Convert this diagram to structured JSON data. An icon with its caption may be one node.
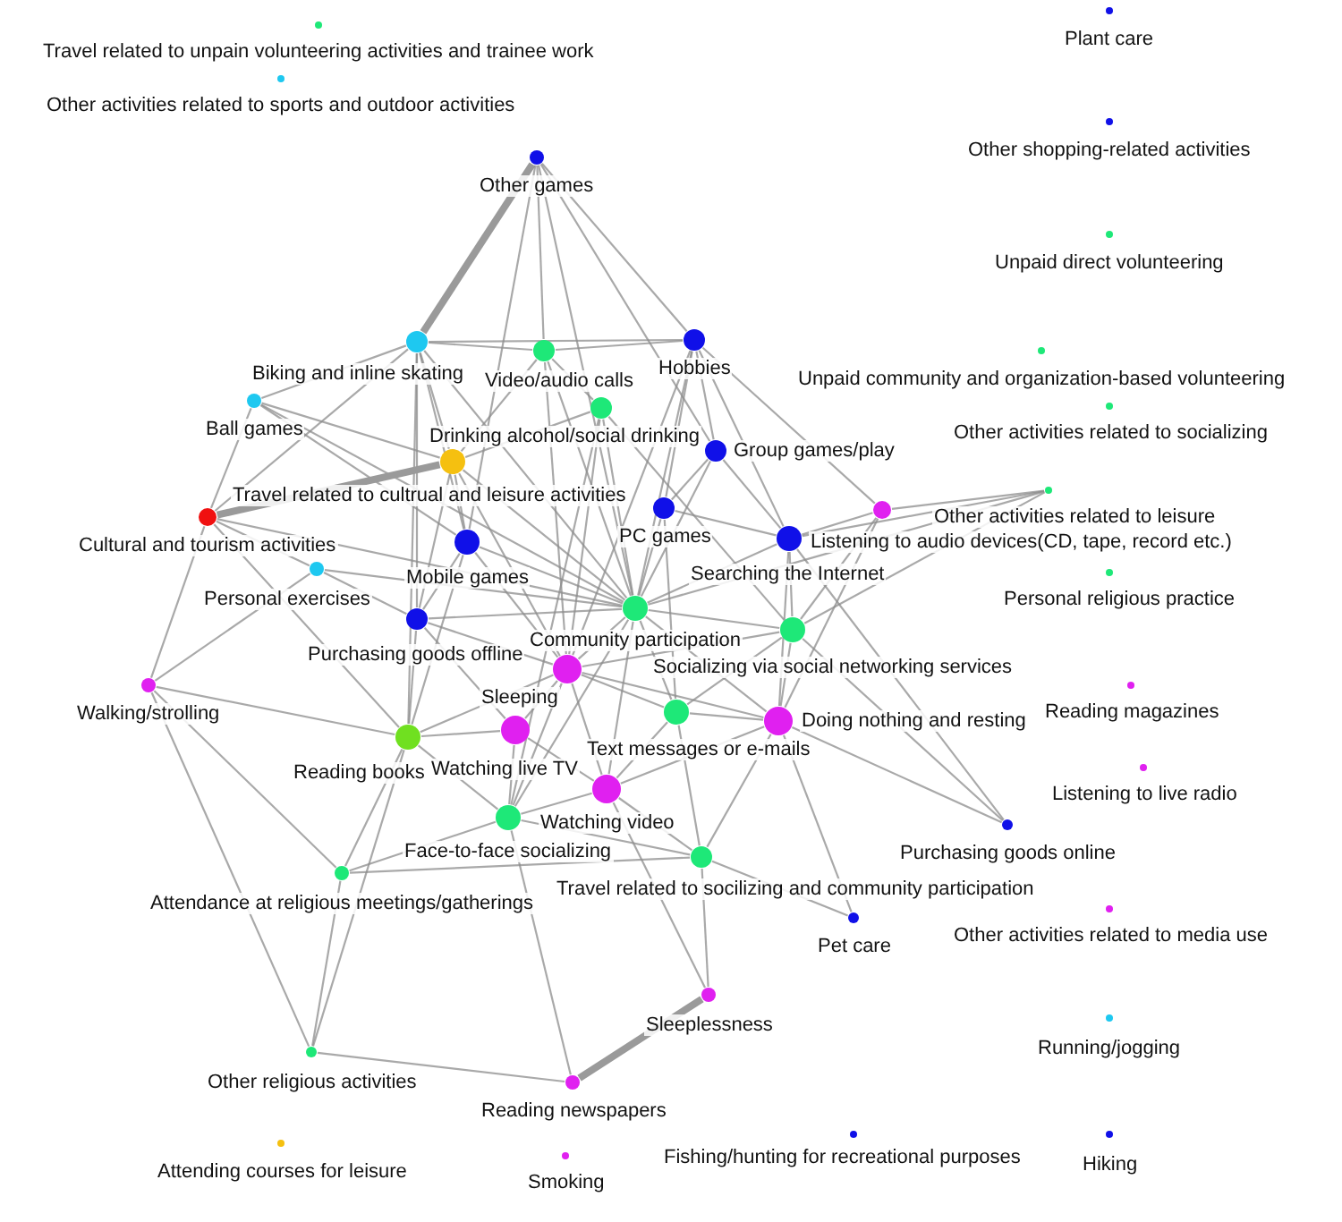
{
  "diagram": {
    "nodes": [
      {
        "text": [],
        "shape": "circle",
        "beside": [
          "Travel related to unpain volunteering activities and trainee work"
        ]
      },
      {
        "text": [],
        "shape": "circle",
        "beside": [
          "Other activities related to sports and outdoor activities"
        ]
      },
      {
        "text": [],
        "shape": "circle",
        "beside": [
          "Plant care"
        ]
      },
      {
        "text": [],
        "shape": "circle",
        "beside": [
          "Other shopping-related activities"
        ]
      },
      {
        "text": [],
        "shape": "circle",
        "beside": [
          "Other games"
        ]
      },
      {
        "text": [],
        "shape": "circle",
        "beside": [
          "Unpaid direct volunteering"
        ]
      },
      {
        "text": [],
        "shape": "circle",
        "beside": [
          "Biking and inline skating"
        ]
      },
      {
        "text": [],
        "shape": "circle",
        "beside": [
          "Video/audio calls"
        ]
      },
      {
        "text": [],
        "shape": "circle",
        "beside": [
          "Hobbies"
        ]
      },
      {
        "text": [],
        "shape": "circle",
        "beside": [
          "Unpaid community and organization-based volunteering"
        ]
      },
      {
        "text": [],
        "shape": "circle",
        "beside": [
          "Ball games"
        ]
      },
      {
        "text": [],
        "shape": "circle",
        "beside": [
          "Drinking alcohol/social drinking"
        ]
      },
      {
        "text": [],
        "shape": "circle",
        "beside": [
          "Other activities related to socializing"
        ]
      },
      {
        "text": [],
        "shape": "circle",
        "beside": [
          "Group games/play"
        ]
      },
      {
        "text": [],
        "shape": "circle",
        "beside": [
          "Travel related to cultrual and leisure activities"
        ]
      },
      {
        "text": [],
        "shape": "circle",
        "beside": [
          "Other activities related to leisure"
        ]
      },
      {
        "text": [],
        "shape": "circle",
        "beside": [
          "Cultural and tourism activities"
        ]
      },
      {
        "text": [],
        "shape": "circle",
        "beside": [
          "PC games"
        ]
      },
      {
        "text": [],
        "shape": "circle",
        "beside": [
          "Listening to audio devices(CD, tape, record etc.)"
        ]
      },
      {
        "text": [],
        "shape": "circle",
        "beside": [
          "Searching the Internet"
        ]
      },
      {
        "text": [],
        "shape": "circle",
        "beside": [
          "Mobile games"
        ]
      },
      {
        "text": [],
        "shape": "circle",
        "beside": [
          "Personal exercises"
        ]
      },
      {
        "text": [],
        "shape": "circle",
        "beside": [
          "Personal religious practice"
        ]
      },
      {
        "text": [],
        "shape": "circle",
        "beside": [
          "Purchasing goods offline"
        ]
      },
      {
        "text": [],
        "shape": "circle",
        "beside": [
          "Community participation"
        ]
      },
      {
        "text": [],
        "shape": "circle",
        "beside": [
          "Socializing via social networking services"
        ]
      },
      {
        "text": [],
        "shape": "circle",
        "beside": [
          "Sleeping"
        ]
      },
      {
        "text": [],
        "shape": "circle",
        "beside": [
          "Walking/strolling"
        ]
      },
      {
        "text": [],
        "shape": "circle",
        "beside": [
          "Reading magazines"
        ]
      },
      {
        "text": [],
        "shape": "circle",
        "beside": [
          "Text messages or e-mails"
        ]
      },
      {
        "text": [],
        "shape": "circle",
        "beside": [
          "Watching live TV"
        ]
      },
      {
        "text": [],
        "shape": "circle",
        "beside": [
          "Doing nothing and resting"
        ]
      },
      {
        "text": [],
        "shape": "circle",
        "beside": [
          "Reading books"
        ]
      },
      {
        "text": [],
        "shape": "circle",
        "beside": [
          "Listening to live radio"
        ]
      },
      {
        "text": [],
        "shape": "circle",
        "beside": [
          "Watching video"
        ]
      },
      {
        "text": [],
        "shape": "circle",
        "beside": [
          "Face-to-face socializing"
        ]
      },
      {
        "text": [],
        "shape": "circle",
        "beside": [
          "Purchasing goods online"
        ]
      },
      {
        "text": [],
        "shape": "circle",
        "beside": [
          "Travel related to socilizing and community participation"
        ]
      },
      {
        "text": [],
        "shape": "circle",
        "beside": [
          "Attendance at religious meetings/gatherings"
        ]
      },
      {
        "text": [],
        "shape": "circle",
        "beside": [
          "Other activities related to media use"
        ]
      },
      {
        "text": [],
        "shape": "circle",
        "beside": [
          "Pet care"
        ]
      },
      {
        "text": [],
        "shape": "circle",
        "beside": [
          "Sleeplessness"
        ]
      },
      {
        "text": [],
        "shape": "circle",
        "beside": [
          "Running/jogging"
        ]
      },
      {
        "text": [],
        "shape": "circle",
        "beside": [
          "Other religious activities"
        ]
      },
      {
        "text": [],
        "shape": "circle",
        "beside": [
          "Reading newspapers"
        ]
      },
      {
        "text": [],
        "shape": "circle",
        "beside": [
          "Attending courses for leisure"
        ]
      },
      {
        "text": [],
        "shape": "circle",
        "beside": [
          "Fishing/hunting for recreational purposes"
        ]
      },
      {
        "text": [],
        "shape": "circle",
        "beside": [
          "Smoking"
        ]
      },
      {
        "text": [],
        "shape": "circle",
        "beside": [
          "Hiking"
        ]
      }
    ],
    "edges": [
      {
        "from": 4,
        "to": 6,
        "arrow": "none",
        "style": "thick"
      },
      {
        "from": 4,
        "to": 8,
        "arrow": "none"
      },
      {
        "from": 4,
        "to": 24,
        "arrow": "none"
      },
      {
        "from": 4,
        "to": 13,
        "arrow": "none"
      },
      {
        "from": 4,
        "to": 7,
        "arrow": "none"
      },
      {
        "from": 4,
        "to": 20,
        "arrow": "none"
      },
      {
        "from": 6,
        "to": 7,
        "arrow": "none"
      },
      {
        "from": 6,
        "to": 8,
        "arrow": "none"
      },
      {
        "from": 6,
        "to": 10,
        "arrow": "none"
      },
      {
        "from": 6,
        "to": 16,
        "arrow": "none"
      },
      {
        "from": 6,
        "to": 20,
        "arrow": "none"
      },
      {
        "from": 6,
        "to": 14,
        "arrow": "none"
      },
      {
        "from": 6,
        "to": 23,
        "arrow": "none"
      },
      {
        "from": 6,
        "to": 32,
        "arrow": "none"
      },
      {
        "from": 6,
        "to": 24,
        "arrow": "none"
      },
      {
        "from": 7,
        "to": 8,
        "arrow": "none"
      },
      {
        "from": 7,
        "to": 11,
        "arrow": "none"
      },
      {
        "from": 7,
        "to": 14,
        "arrow": "none"
      },
      {
        "from": 7,
        "to": 24,
        "arrow": "none"
      },
      {
        "from": 7,
        "to": 26,
        "arrow": "none"
      },
      {
        "from": 8,
        "to": 13,
        "arrow": "none"
      },
      {
        "from": 8,
        "to": 17,
        "arrow": "none"
      },
      {
        "from": 8,
        "to": 18,
        "arrow": "none"
      },
      {
        "from": 8,
        "to": 19,
        "arrow": "none"
      },
      {
        "from": 8,
        "to": 24,
        "arrow": "none"
      },
      {
        "from": 8,
        "to": 26,
        "arrow": "none"
      },
      {
        "from": 10,
        "to": 14,
        "arrow": "none"
      },
      {
        "from": 10,
        "to": 16,
        "arrow": "none"
      },
      {
        "from": 10,
        "to": 24,
        "arrow": "none"
      },
      {
        "from": 10,
        "to": 20,
        "arrow": "none"
      },
      {
        "from": 11,
        "to": 14,
        "arrow": "none"
      },
      {
        "from": 11,
        "to": 24,
        "arrow": "none"
      },
      {
        "from": 11,
        "to": 26,
        "arrow": "none"
      },
      {
        "from": 11,
        "to": 35,
        "arrow": "none"
      },
      {
        "from": 11,
        "to": 25,
        "arrow": "none"
      },
      {
        "from": 13,
        "to": 17,
        "arrow": "none"
      },
      {
        "from": 13,
        "to": 24,
        "arrow": "none"
      },
      {
        "from": 13,
        "to": 19,
        "arrow": "none"
      },
      {
        "from": 14,
        "to": 16,
        "arrow": "none",
        "style": "thick"
      },
      {
        "from": 14,
        "to": 20,
        "arrow": "none"
      },
      {
        "from": 14,
        "to": 24,
        "arrow": "none"
      },
      {
        "from": 14,
        "to": 26,
        "arrow": "none"
      },
      {
        "from": 14,
        "to": 23,
        "arrow": "none"
      },
      {
        "from": 15,
        "to": 18,
        "arrow": "none"
      },
      {
        "from": 15,
        "to": 25,
        "arrow": "none"
      },
      {
        "from": 15,
        "to": 24,
        "arrow": "none"
      },
      {
        "from": 15,
        "to": 19,
        "arrow": "none"
      },
      {
        "from": 16,
        "to": 21,
        "arrow": "none"
      },
      {
        "from": 16,
        "to": 27,
        "arrow": "none"
      },
      {
        "from": 16,
        "to": 24,
        "arrow": "none"
      },
      {
        "from": 16,
        "to": 32,
        "arrow": "none"
      },
      {
        "from": 17,
        "to": 19,
        "arrow": "none"
      },
      {
        "from": 17,
        "to": 24,
        "arrow": "none"
      },
      {
        "from": 17,
        "to": 29,
        "arrow": "none"
      },
      {
        "from": 18,
        "to": 19,
        "arrow": "none"
      },
      {
        "from": 18,
        "to": 25,
        "arrow": "none"
      },
      {
        "from": 18,
        "to": 31,
        "arrow": "none"
      },
      {
        "from": 19,
        "to": 24,
        "arrow": "none"
      },
      {
        "from": 19,
        "to": 25,
        "arrow": "none"
      },
      {
        "from": 19,
        "to": 31,
        "arrow": "none"
      },
      {
        "from": 19,
        "to": 36,
        "arrow": "none"
      },
      {
        "from": 20,
        "to": 24,
        "arrow": "none"
      },
      {
        "from": 20,
        "to": 26,
        "arrow": "none"
      },
      {
        "from": 20,
        "to": 23,
        "arrow": "none"
      },
      {
        "from": 20,
        "to": 32,
        "arrow": "none"
      },
      {
        "from": 21,
        "to": 23,
        "arrow": "none"
      },
      {
        "from": 21,
        "to": 27,
        "arrow": "none"
      },
      {
        "from": 21,
        "to": 24,
        "arrow": "none"
      },
      {
        "from": 23,
        "to": 24,
        "arrow": "none"
      },
      {
        "from": 23,
        "to": 26,
        "arrow": "none"
      },
      {
        "from": 23,
        "to": 32,
        "arrow": "none"
      },
      {
        "from": 23,
        "to": 30,
        "arrow": "none"
      },
      {
        "from": 24,
        "to": 25,
        "arrow": "none"
      },
      {
        "from": 24,
        "to": 26,
        "arrow": "none"
      },
      {
        "from": 24,
        "to": 29,
        "arrow": "none"
      },
      {
        "from": 24,
        "to": 31,
        "arrow": "none"
      },
      {
        "from": 24,
        "to": 34,
        "arrow": "none"
      },
      {
        "from": 24,
        "to": 35,
        "arrow": "none"
      },
      {
        "from": 25,
        "to": 26,
        "arrow": "none"
      },
      {
        "from": 25,
        "to": 29,
        "arrow": "none"
      },
      {
        "from": 25,
        "to": 31,
        "arrow": "none"
      },
      {
        "from": 25,
        "to": 36,
        "arrow": "none"
      },
      {
        "from": 26,
        "to": 29,
        "arrow": "none"
      },
      {
        "from": 26,
        "to": 30,
        "arrow": "none"
      },
      {
        "from": 26,
        "to": 31,
        "arrow": "none"
      },
      {
        "from": 26,
        "to": 32,
        "arrow": "none"
      },
      {
        "from": 26,
        "to": 34,
        "arrow": "none"
      },
      {
        "from": 26,
        "to": 35,
        "arrow": "none"
      },
      {
        "from": 27,
        "to": 32,
        "arrow": "none"
      },
      {
        "from": 27,
        "to": 38,
        "arrow": "none"
      },
      {
        "from": 27,
        "to": 43,
        "arrow": "none"
      },
      {
        "from": 29,
        "to": 31,
        "arrow": "none"
      },
      {
        "from": 29,
        "to": 34,
        "arrow": "none"
      },
      {
        "from": 29,
        "to": 37,
        "arrow": "none"
      },
      {
        "from": 30,
        "to": 32,
        "arrow": "none"
      },
      {
        "from": 30,
        "to": 34,
        "arrow": "none"
      },
      {
        "from": 30,
        "to": 35,
        "arrow": "none"
      },
      {
        "from": 31,
        "to": 34,
        "arrow": "none"
      },
      {
        "from": 31,
        "to": 37,
        "arrow": "none"
      },
      {
        "from": 31,
        "to": 40,
        "arrow": "none"
      },
      {
        "from": 31,
        "to": 36,
        "arrow": "none"
      },
      {
        "from": 32,
        "to": 35,
        "arrow": "none"
      },
      {
        "from": 32,
        "to": 38,
        "arrow": "none"
      },
      {
        "from": 32,
        "to": 43,
        "arrow": "none"
      },
      {
        "from": 34,
        "to": 35,
        "arrow": "none"
      },
      {
        "from": 34,
        "to": 37,
        "arrow": "none"
      },
      {
        "from": 34,
        "to": 41,
        "arrow": "none"
      },
      {
        "from": 35,
        "to": 37,
        "arrow": "none"
      },
      {
        "from": 35,
        "to": 38,
        "arrow": "none"
      },
      {
        "from": 35,
        "to": 44,
        "arrow": "none"
      },
      {
        "from": 37,
        "to": 40,
        "arrow": "none"
      },
      {
        "from": 37,
        "to": 41,
        "arrow": "none"
      },
      {
        "from": 37,
        "to": 38,
        "arrow": "none"
      },
      {
        "from": 38,
        "to": 43,
        "arrow": "none"
      },
      {
        "from": 41,
        "to": 44,
        "arrow": "none",
        "style": "thick"
      },
      {
        "from": 43,
        "to": 44,
        "arrow": "none"
      }
    ]
  }
}
